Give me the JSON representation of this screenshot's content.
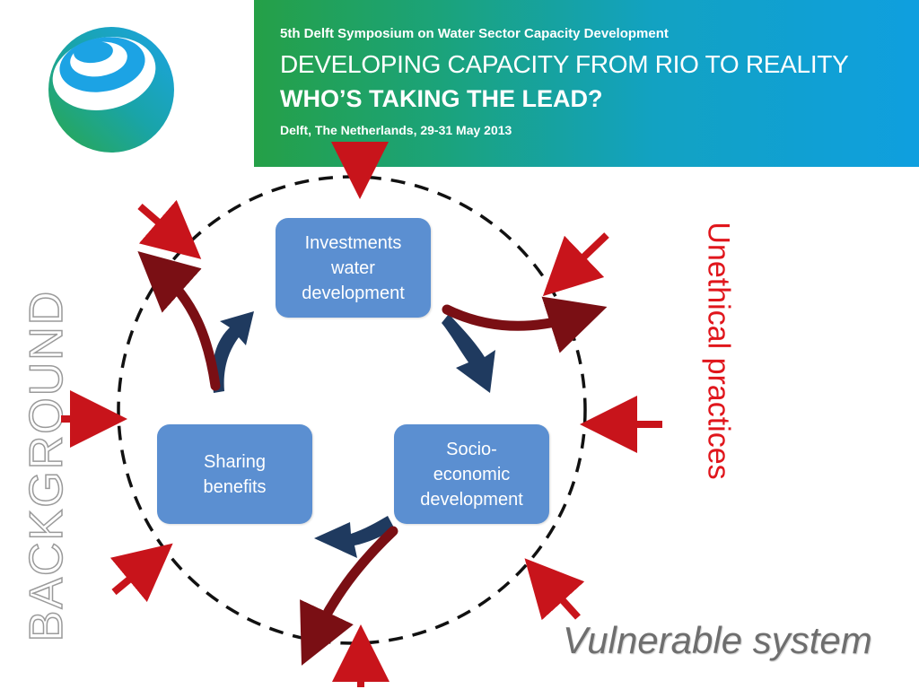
{
  "banner": {
    "kicker": "5th Delft Symposium on Water Sector Capacity Development",
    "title": "DEVELOPING CAPACITY FROM RIO TO REALITY",
    "subtitle": "WHO’S TAKING THE LEAD?",
    "place_date": "Delft, The Netherlands, 29-31 May 2013"
  },
  "diagram": {
    "nodes": {
      "investments": "Investments\nwater\ndevelopment",
      "socio": "Socio-\neconomic\ndevelopment",
      "sharing": "Sharing\nbenefits"
    }
  },
  "labels": {
    "side": "BACKGROUND",
    "unethical": "Unethical practices",
    "vulnerable": "Vulnerable system"
  },
  "colors": {
    "box": "#5b8fd1",
    "cycle_arrow": "#1f3a5f",
    "disruption_arrow": "#7a0f14",
    "pressure_arrow": "#c8141b",
    "unethical_text": "#e0161c",
    "vulnerable_text": "#6e6e6e"
  }
}
